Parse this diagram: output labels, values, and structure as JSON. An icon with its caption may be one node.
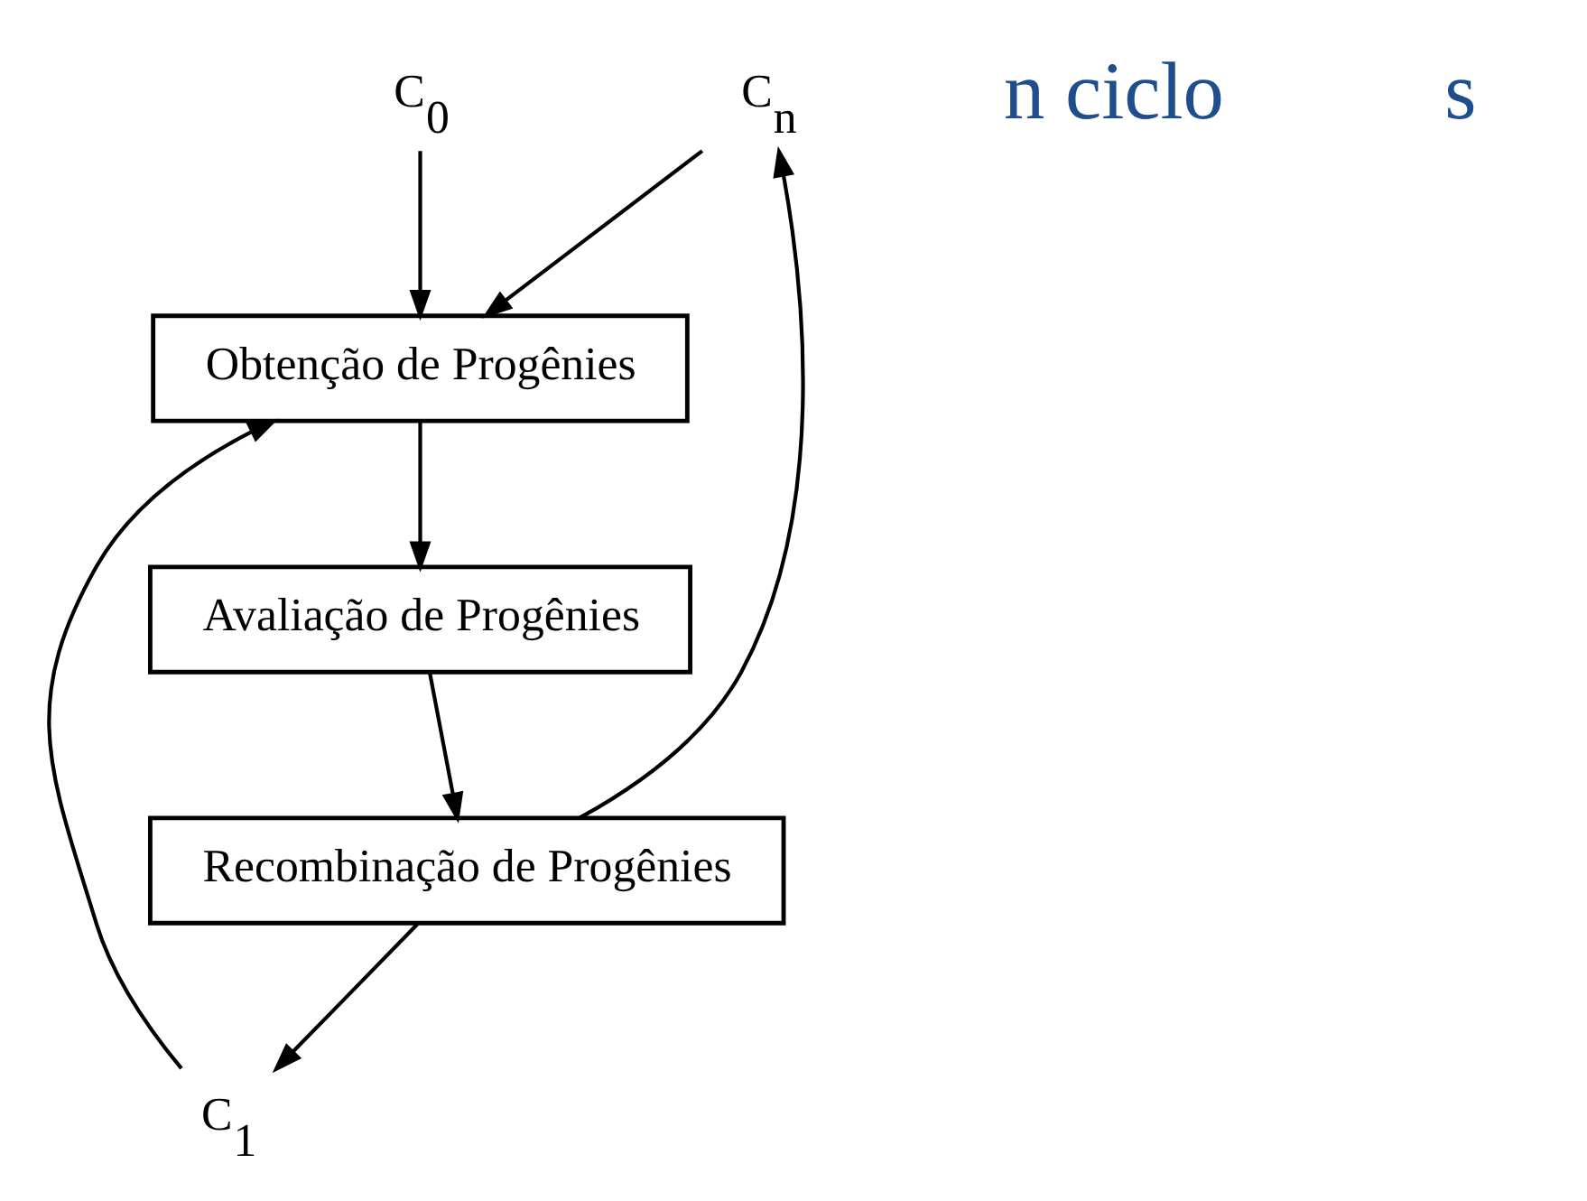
{
  "diagram": {
    "nodes": [
      {
        "text": [
          "C$_{n}$"
        ]
      },
      {
        "text": [
          "C$_{1}$"
        ]
      },
      {
        "text": [
          "C$_{0}$"
        ]
      },
      {
        "text": [
          "Recombinação de Progênies"
        ]
      },
      {
        "text": [
          "Obtenção de Progênies"
        ]
      },
      {
        "text": [
          "Avaliação de Progênies"
        ]
      }
    ],
    "edges": [
      {
        "from": 3,
        "to": 0,
        "arrow": "to"
      },
      {
        "from": 3,
        "to": 1,
        "arrow": "to"
      },
      {
        "from": 0,
        "to": 4,
        "arrow": "to"
      },
      {
        "from": 1,
        "to": 4,
        "arrow": "to"
      },
      {
        "from": 2,
        "to": 4,
        "arrow": "to"
      },
      {
        "from": 4,
        "to": 5,
        "arrow": "to"
      },
      {
        "from": 5,
        "to": 3,
        "arrow": "to"
      }
    ],
    "labels": [
      "n ciclo",
      "s"
    ]
  }
}
